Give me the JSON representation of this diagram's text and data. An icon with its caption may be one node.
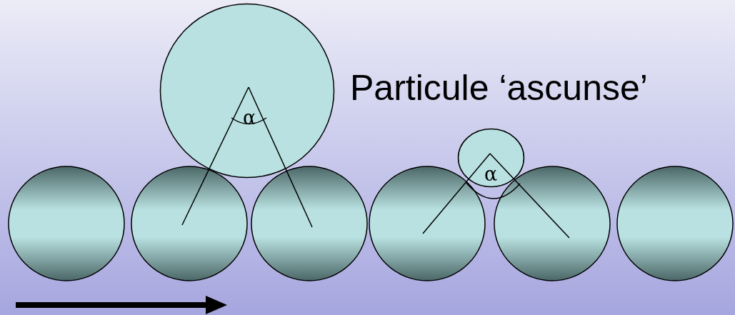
{
  "diagram": {
    "nodes": [
      {
        "text": [
          "α"
        ]
      },
      {
        "text": [
          "α"
        ]
      },
      {
        "text": [],
        "shape": "circle"
      },
      {
        "text": [],
        "shape": "circle"
      },
      {
        "text": [],
        "shape": "circle"
      },
      {
        "text": [],
        "shape": "circle"
      },
      {
        "text": [],
        "shape": "circle"
      },
      {
        "text": [],
        "shape": "circle"
      }
    ],
    "labels": [
      "Particule ‘ascunse’"
    ]
  }
}
